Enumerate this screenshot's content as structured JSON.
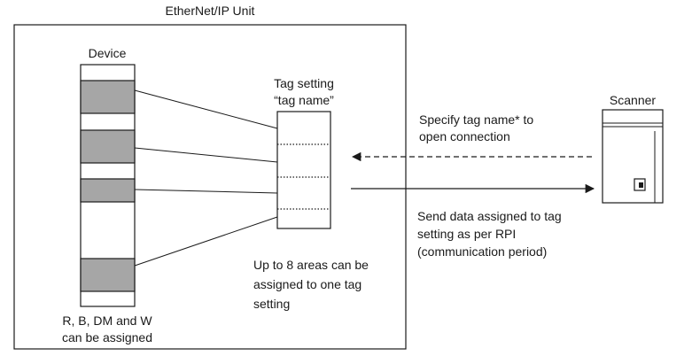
{
  "unit_title": "EtherNet/IP Unit",
  "device": {
    "title": "Device",
    "caption_line1": "R, B, DM and W",
    "caption_line2": "can be assigned"
  },
  "tag_setting": {
    "title_line1": "Tag setting",
    "title_line2": "“tag name”",
    "note_line1": "Up to 8 areas can be",
    "note_line2": "assigned to one tag",
    "note_line3": "setting"
  },
  "scanner": {
    "title": "Scanner"
  },
  "request": {
    "line1": "Specify tag name* to",
    "line2": "open connection"
  },
  "response": {
    "line1": "Send data assigned to tag",
    "line2": "setting as per RPI",
    "line3": "(communication period)"
  },
  "colors": {
    "line": "#1a1a1a",
    "assigned_area": "#a6a6a6"
  }
}
